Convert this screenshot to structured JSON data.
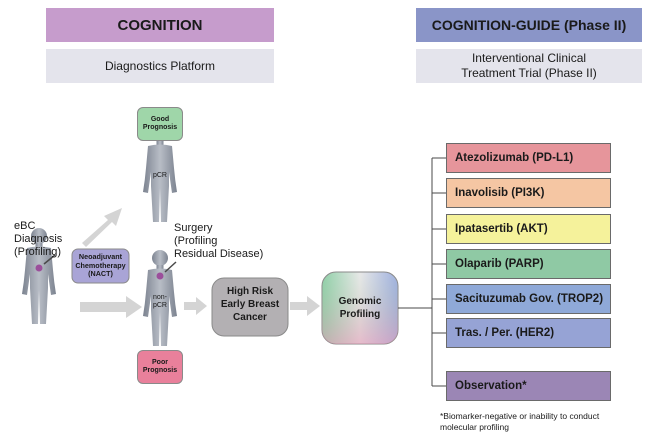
{
  "left_panel": {
    "title": "COGNITION",
    "subtitle": "Diagnostics Platform",
    "title_color": "#c69ccc"
  },
  "right_panel": {
    "title": "COGNITION-GUIDE (Phase II)",
    "subtitle_line1": "Interventional Clinical",
    "subtitle_line2": "Treatment Trial (Phase II)",
    "title_color": "#8a95c8"
  },
  "flow": {
    "diagnosis_line1": "eBC",
    "diagnosis_line2": "Diagnosis",
    "diagnosis_line3": "(Profiling)",
    "nact_line1": "Neoadjuvant",
    "nact_line2": "Chemotherapy",
    "nact_line3": "(NACT)",
    "good_prognosis_line1": "Good",
    "good_prognosis_line2": "Prognosis",
    "pcr": "pCR",
    "surgery_line1": "Surgery",
    "surgery_line2": "(Profiling",
    "surgery_line3": "Residual Disease)",
    "non_pcr_line1": "non-",
    "non_pcr_line2": "pCR",
    "poor_prognosis_line1": "Poor",
    "poor_prognosis_line2": "Prognosis",
    "high_risk_line1": "High Risk",
    "high_risk_line2": "Early Breast",
    "high_risk_line3": "Cancer",
    "genomic_line1": "Genomic",
    "genomic_line2": "Profiling"
  },
  "arms": [
    {
      "label": "Atezolizumab (PD-L1)",
      "color": "#e6959b"
    },
    {
      "label": "Inavolisib (PI3K)",
      "color": "#f5c6a3"
    },
    {
      "label": "Ipatasertib (AKT)",
      "color": "#f5f29b"
    },
    {
      "label": "Olaparib (PARP)",
      "color": "#8fc9a4"
    },
    {
      "label": "Sacituzumab Gov. (TROP2)",
      "color": "#8fa9d8"
    },
    {
      "label": "Tras. / Per. (HER2)",
      "color": "#96a3d5"
    }
  ],
  "observation": {
    "label": "Observation*",
    "color": "#9b86b5"
  },
  "footnote_line1": "*Biomarker-negative or inability to conduct",
  "footnote_line2": "molecular profiling",
  "icons": {
    "patient": "human-silhouette-icon",
    "arrow": "grey-block-arrow-icon"
  }
}
